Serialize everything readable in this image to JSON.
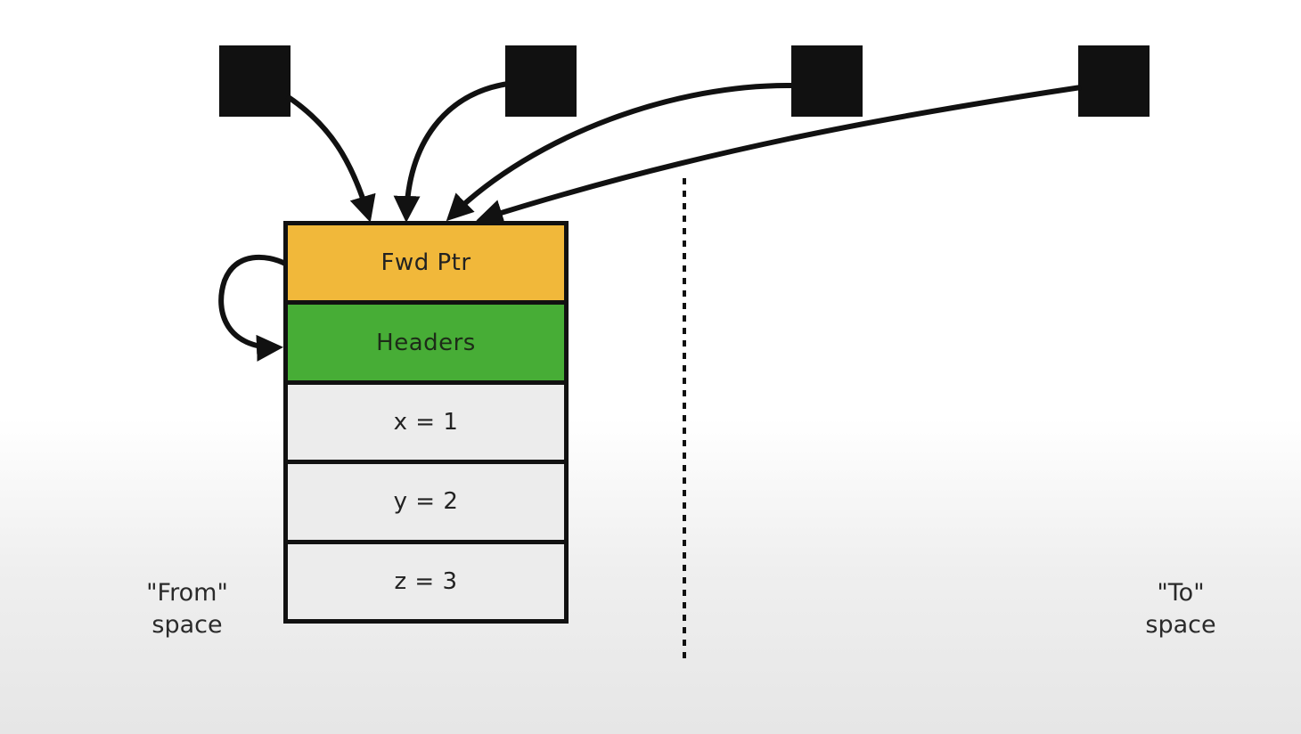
{
  "diagram": {
    "object_fields": [
      {
        "label": "Fwd Ptr",
        "color": "#f1b83a"
      },
      {
        "label": "Headers",
        "color": "#47ad36"
      },
      {
        "label": "x = 1",
        "color": "#ececec"
      },
      {
        "label": "y = 2",
        "color": "#ececec"
      },
      {
        "label": "z = 3",
        "color": "#ececec"
      }
    ],
    "from_space": {
      "line1": "\"From\"",
      "line2": "space"
    },
    "to_space": {
      "line1": "\"To\"",
      "line2": "space"
    },
    "reference_count": 4,
    "colors": {
      "stroke": "#111111",
      "reference_box": "#111111"
    }
  }
}
